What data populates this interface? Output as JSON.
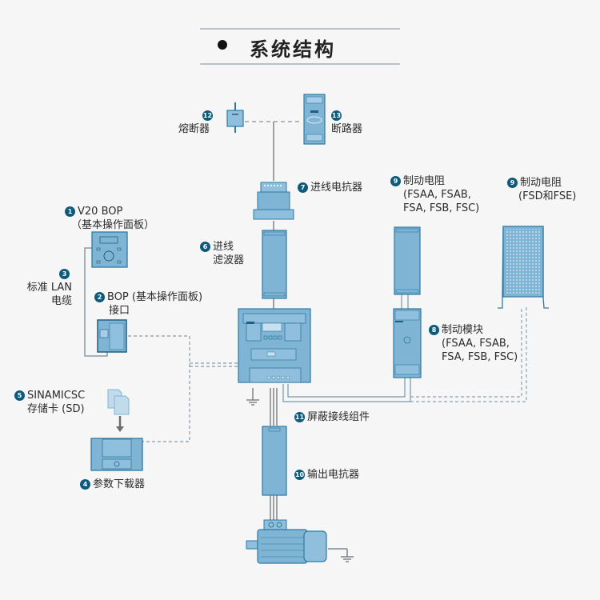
{
  "title": "系统结构",
  "colors": {
    "device_fill": "#7fb4d4",
    "device_stroke": "#2d7aa3",
    "device_dark": "#1e5f84",
    "badge": "#0d5a7a",
    "line_gray": "#7a8088",
    "dashed_line": "#8aa2b3",
    "background": "#f6f6f7"
  },
  "components": [
    {
      "id": "1",
      "name": "V20 BOP",
      "sub": "（基本操作面板）"
    },
    {
      "id": "2",
      "name": "BOP (基本操作面板)",
      "sub": "接口"
    },
    {
      "id": "3",
      "name": "标准 LAN",
      "sub": "电缆"
    },
    {
      "id": "4",
      "name": "参数下载器",
      "sub": ""
    },
    {
      "id": "5",
      "name": "SINAMICSC",
      "sub": "存储卡 (SD)"
    },
    {
      "id": "6",
      "name": "进线",
      "sub": "滤波器"
    },
    {
      "id": "7",
      "name": "进线电抗器",
      "sub": ""
    },
    {
      "id": "8",
      "name": "制动模块",
      "sub": "(FSAA, FSAB,",
      "sub2": "FSA, FSB, FSC)"
    },
    {
      "id": "9a",
      "badge": "9",
      "name": "制动电阻",
      "sub": "(FSAA, FSAB,",
      "sub2": "FSA, FSB, FSC)"
    },
    {
      "id": "9b",
      "badge": "9",
      "name": "制动电阻",
      "sub": "(FSD和FSE)"
    },
    {
      "id": "10",
      "name": "输出电抗器",
      "sub": ""
    },
    {
      "id": "11",
      "name": "屏蔽接线组件",
      "sub": ""
    },
    {
      "id": "12",
      "name": "熔断器",
      "sub": ""
    },
    {
      "id": "13",
      "name": "断路器",
      "sub": ""
    }
  ]
}
